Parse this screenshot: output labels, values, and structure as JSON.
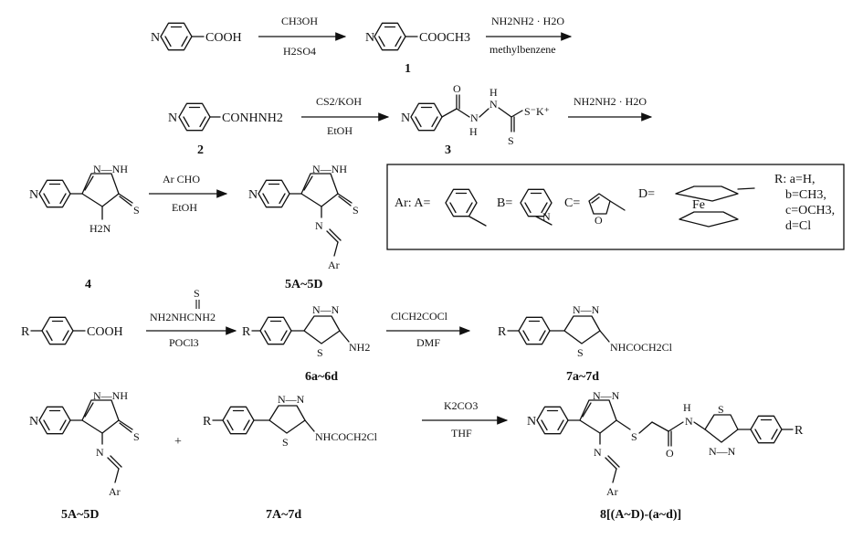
{
  "row1": {
    "n": "N",
    "cooh": "COOH",
    "cond_top": "CH3OH",
    "cond_bot": "H2SO4",
    "ester": "COOCH3",
    "num": "1",
    "cond2_top": "NH2NH2 · H2O",
    "cond2_bot": "methylbenzene"
  },
  "row2": {
    "hydrazide": "CONHNH2",
    "num2": "2",
    "cond_top": "CS2/KOH",
    "cond_bot": "EtOH",
    "o": "O",
    "n": "N",
    "h": "H",
    "s": "S",
    "sk": "S⁻K⁺",
    "num3": "3"
  },
  "row3": {
    "nn": "N—NH",
    "h2n": "H2N",
    "num4": "4",
    "cond_top": "Ar CHO",
    "ar": "Ar",
    "num5": "5A~5D"
  },
  "legend": {
    "ar_a": "Ar: A=",
    "b": "B=",
    "c": "C=",
    "d": "D=",
    "fe": "Fe",
    "r_a": "R: a=H,",
    "r_b": "b=CH3,",
    "r_c": "c=OCH3,",
    "r_d": "d=Cl"
  },
  "row4": {
    "r": "R",
    "cond_top": "NH2NHCNH2",
    "cond_bot": "POCl3",
    "nn": "N—N",
    "nh2": "NH2",
    "num6": "6a~6d",
    "cond2_top": "ClCH2COCl",
    "cond2_bot": "DMF",
    "amide": "NHCOCH2Cl",
    "num7": "7a~7d"
  },
  "row5": {
    "plus": "+",
    "num7": "7A~7d",
    "cond_top": "K2CO3",
    "cond_bot": "THF",
    "nn_ring": "N—N",
    "num8": "8[(A~D)-(a~d)]"
  }
}
